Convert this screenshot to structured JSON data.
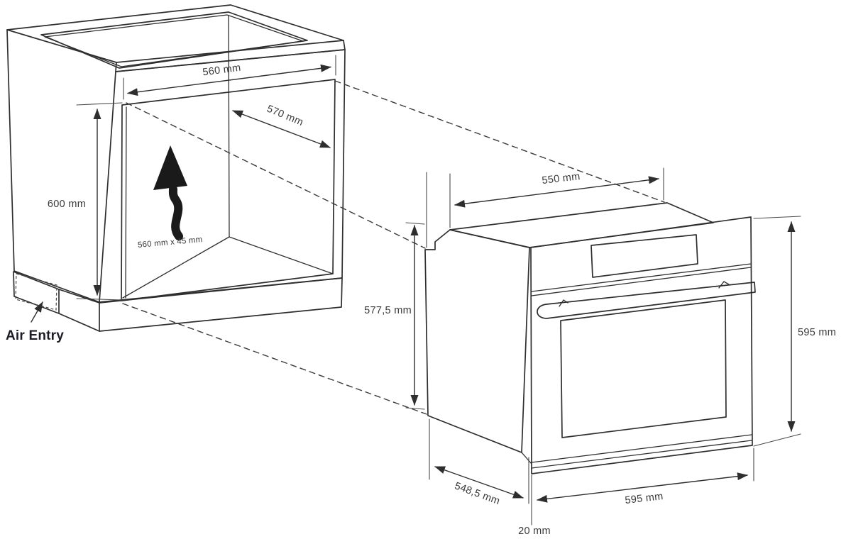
{
  "diagram": {
    "type": "oven-installation-dimensions",
    "cabinet": {
      "opening_width_label": "560 mm",
      "opening_depth_label": "570 mm",
      "opening_height_label": "600 mm",
      "vent_cutout_label": "560 mm x 45 mm",
      "air_entry_label": "Air Entry"
    },
    "oven": {
      "top_depth_label": "550 mm",
      "body_height_label": "577,5 mm",
      "front_height_label": "595 mm",
      "body_depth_label": "548,5 mm",
      "front_width_label": "595 mm",
      "front_protrusion_label": "20 mm"
    },
    "colors": {
      "line": "#2e2e2e",
      "dimension_text": "#3a3a3a",
      "air_entry_text": "#1c1c28",
      "airflow_arrow": "#1a1a1a",
      "background": "#ffffff"
    }
  }
}
